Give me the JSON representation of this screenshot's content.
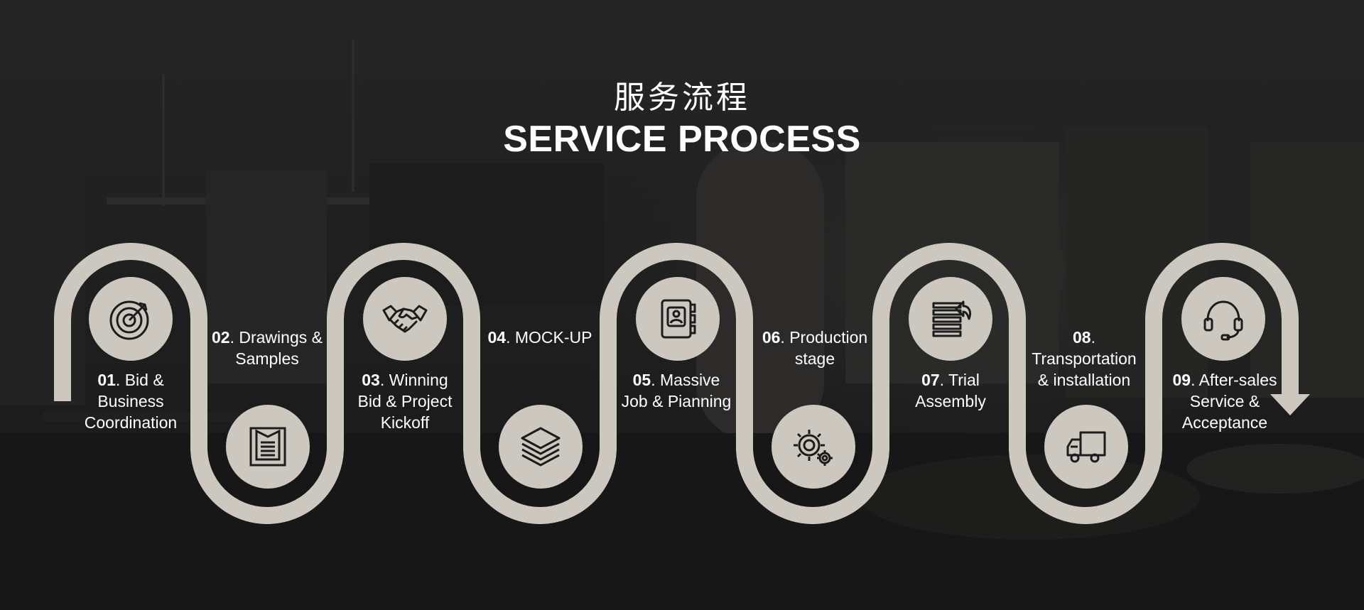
{
  "title": {
    "cn": "服务流程",
    "en": "SERVICE PROCESS"
  },
  "colors": {
    "track": "#cdc8bf",
    "background": "#1f1f1f",
    "text": "#ffffff",
    "icon_stroke": "#1c1c1c"
  },
  "steps": [
    {
      "num": "01",
      "label": "Bid & Business Coordination",
      "icon": "target-icon"
    },
    {
      "num": "02",
      "label": "Drawings & Samples",
      "icon": "document-icon"
    },
    {
      "num": "03",
      "label": "Winning Bid & Project Kickoff",
      "icon": "handshake-icon"
    },
    {
      "num": "04",
      "label": "MOCK-UP",
      "icon": "layers-icon"
    },
    {
      "num": "05",
      "label": "Massive Job & Pianning",
      "icon": "contact-book-icon"
    },
    {
      "num": "06",
      "label": "Production stage",
      "icon": "gears-icon"
    },
    {
      "num": "07",
      "label": "Trial Assembly",
      "icon": "stack-return-icon"
    },
    {
      "num": "08",
      "label": "Transportation & installation",
      "icon": "truck-icon"
    },
    {
      "num": "09",
      "label": "After-sales Service & Acceptance",
      "icon": "headset-icon"
    }
  ]
}
